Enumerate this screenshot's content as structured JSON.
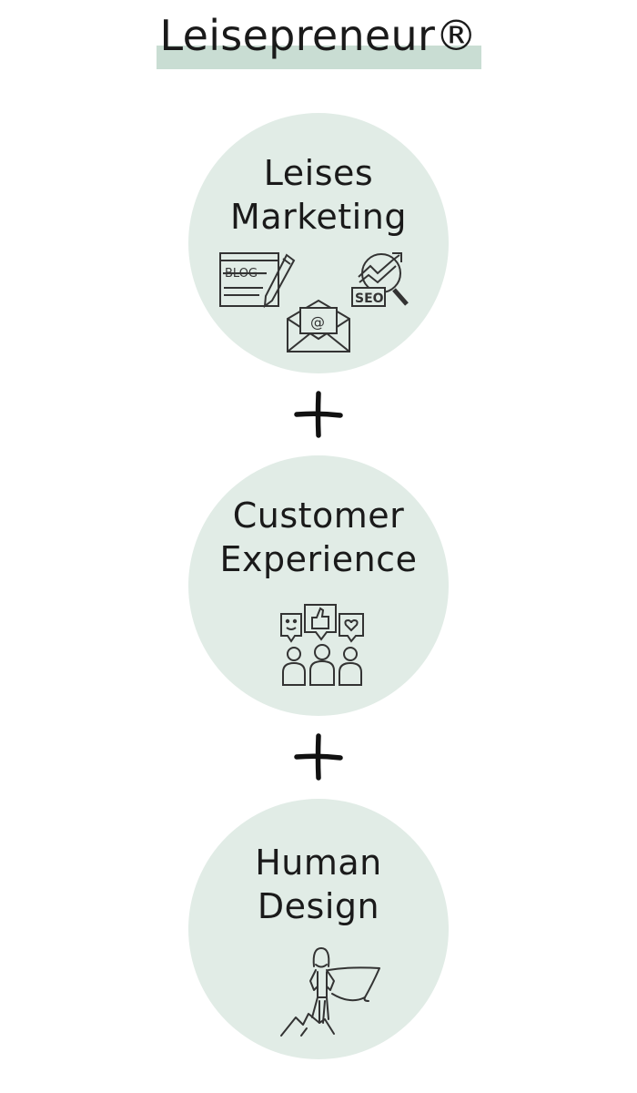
{
  "title": "Leisepreneur®",
  "colors": {
    "circle": "#e1ece6",
    "highlight": "#c9ddd3",
    "text": "#1a1a1a",
    "icon": "#333333"
  },
  "pillars": [
    {
      "line1": "Leises",
      "line2": "Marketing",
      "icons": [
        "blog-icon",
        "email-icon",
        "seo-icon"
      ]
    },
    {
      "line1": "Customer",
      "line2": "Experience",
      "icons": [
        "customer-feedback-icon"
      ]
    },
    {
      "line1": "Human",
      "line2": "Design",
      "icons": [
        "superhero-icon"
      ]
    }
  ],
  "icon_text": {
    "blog": "BLOG",
    "email": "@",
    "seo": "SEO"
  },
  "connector": "plus-icon"
}
